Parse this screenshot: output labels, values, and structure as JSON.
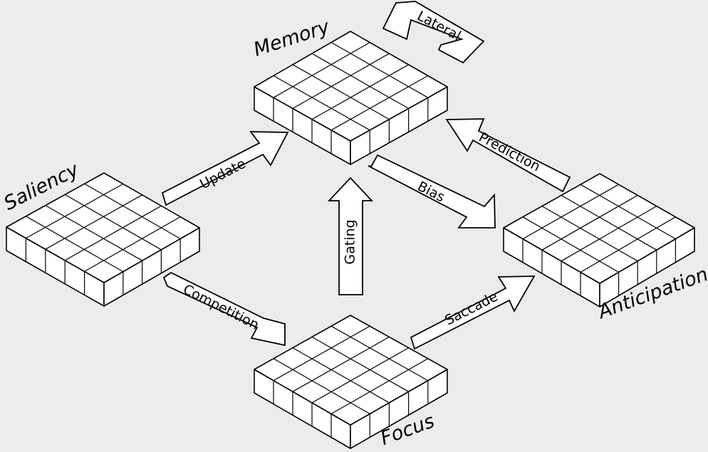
{
  "diagram": {
    "background": "#ececec",
    "maps": {
      "memory": "Memory",
      "saliency": "Saliency",
      "anticipation": "Anticipation",
      "focus": "Focus"
    },
    "arrows": {
      "lateral": "Lateral",
      "update": "Update",
      "prediction": "Prediction",
      "bias": "Bias",
      "gating": "Gating",
      "competition": "Competition",
      "saccade": "Saccade"
    },
    "grid_cells": "5x5"
  }
}
